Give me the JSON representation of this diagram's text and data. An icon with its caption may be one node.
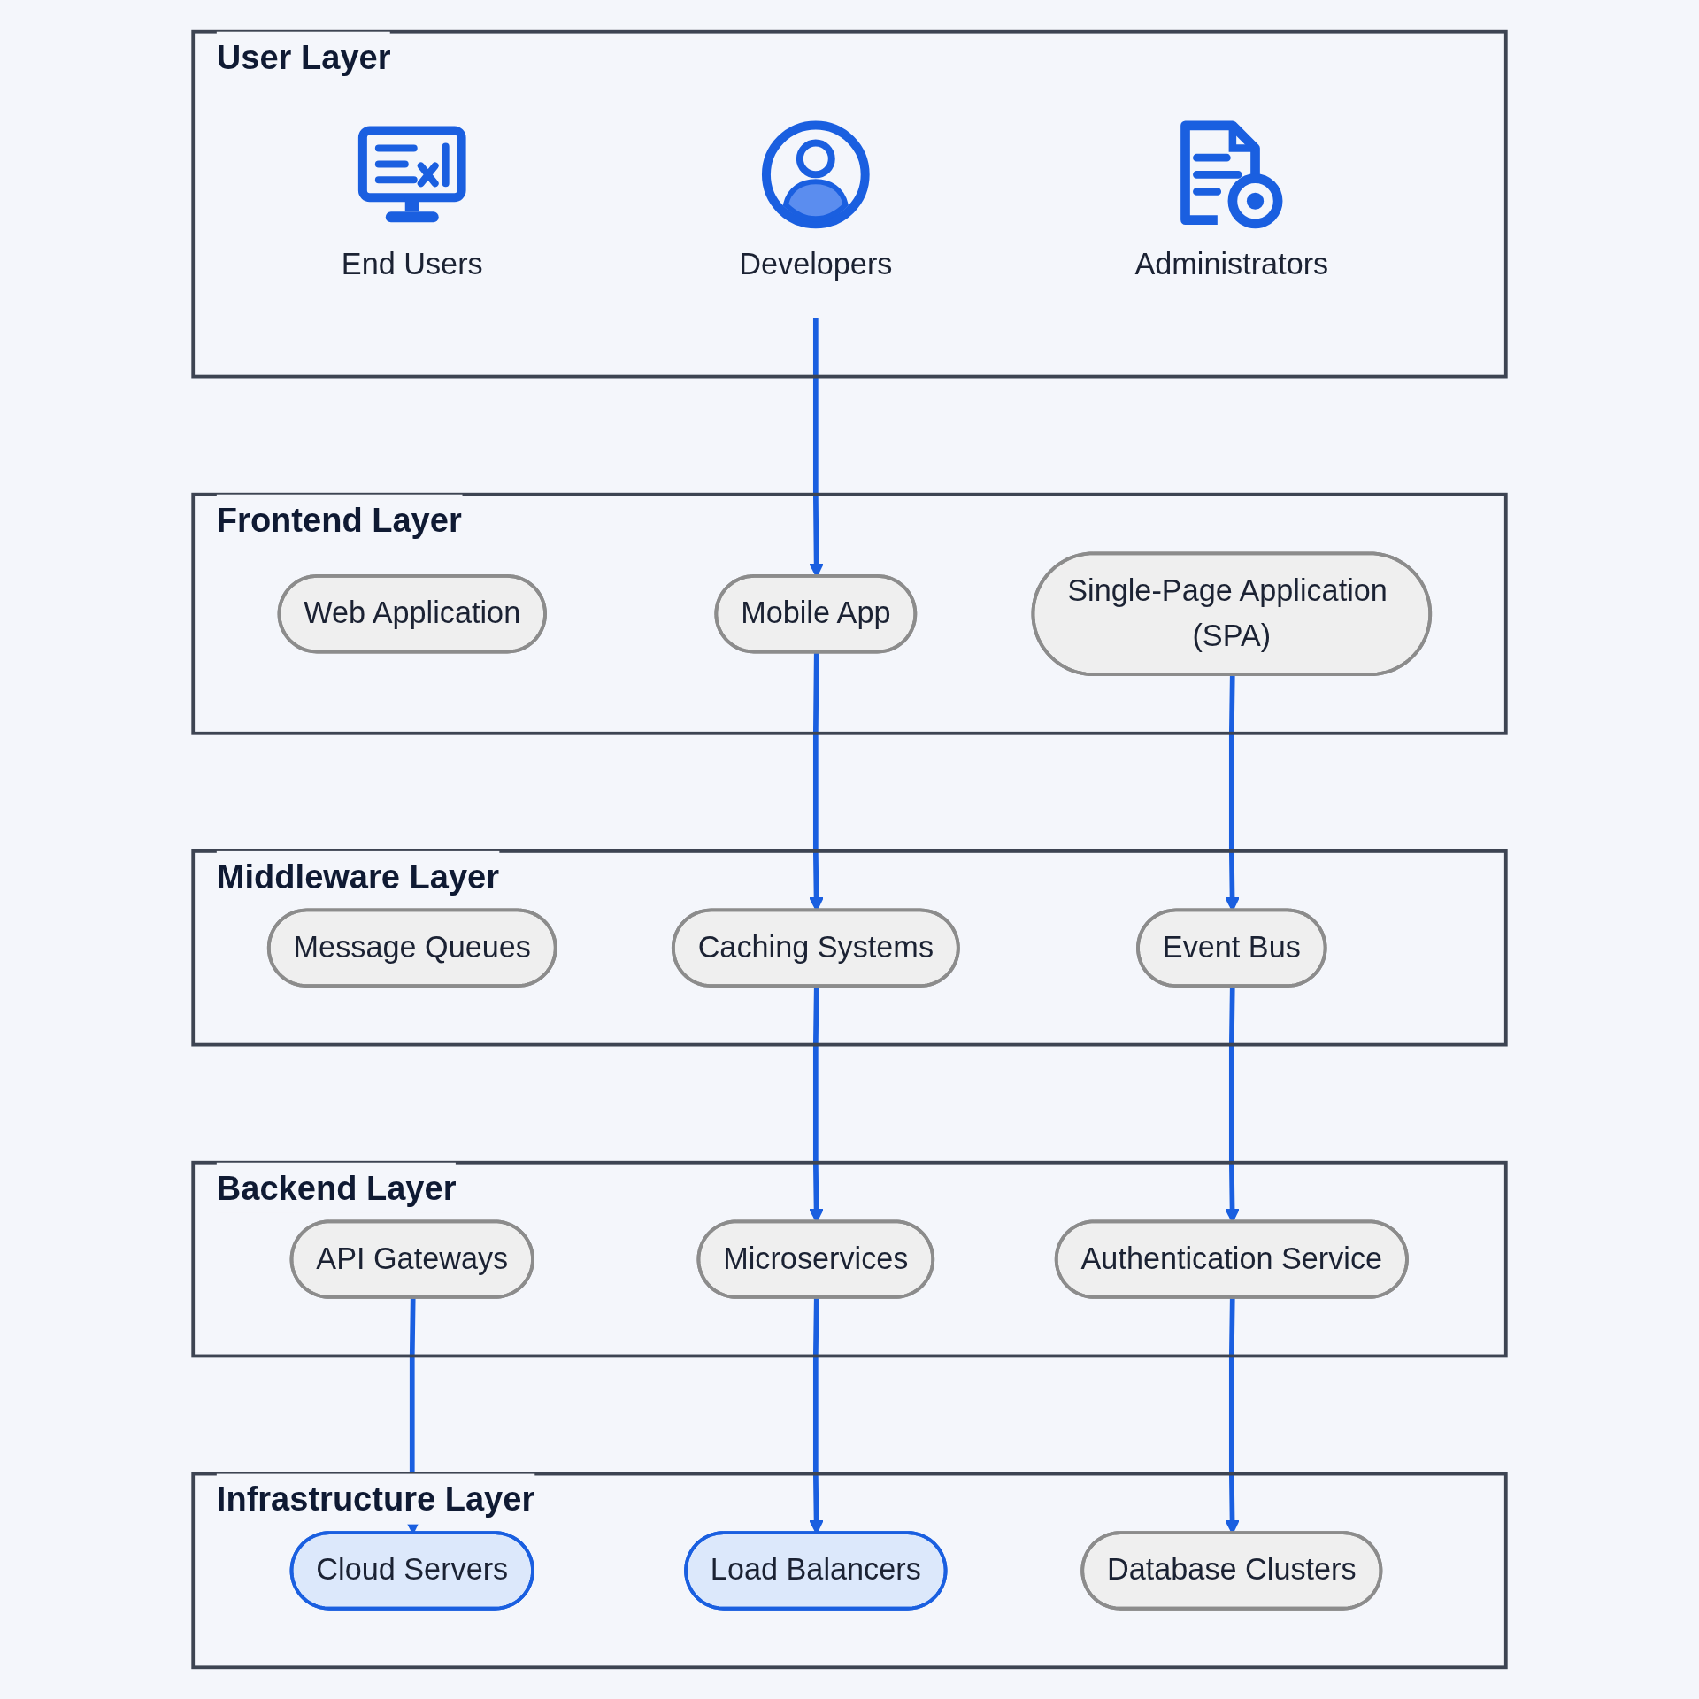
{
  "diagram": {
    "nodes": [
      {
        "text": [
          "User Layer"
        ]
      },
      {
        "text": [
          "End Users"
        ],
        "in": 0
      },
      {
        "text": [
          "Developers"
        ],
        "in": 0
      },
      {
        "text": [
          "Administrators"
        ],
        "in": 0
      },
      {
        "text": [
          "Frontend Layer"
        ]
      },
      {
        "text": [
          "Web Application"
        ],
        "in": 4
      },
      {
        "text": [
          "Mobile App"
        ],
        "in": 4
      },
      {
        "text": [
          "Single-Page Application (SPA)"
        ],
        "in": 4
      },
      {
        "text": [
          "Middleware Layer"
        ]
      },
      {
        "text": [
          "Message Queues"
        ],
        "in": 8
      },
      {
        "text": [
          "Caching Systems"
        ],
        "in": 8
      },
      {
        "text": [
          "Event Bus"
        ],
        "in": 8
      },
      {
        "text": [
          "Backend Layer"
        ]
      },
      {
        "text": [
          "API Gateways"
        ],
        "in": 12
      },
      {
        "text": [
          "Microservices"
        ],
        "in": 12
      },
      {
        "text": [
          "Authentication Service"
        ],
        "in": 12
      },
      {
        "text": [
          "Infrastructure Layer"
        ]
      },
      {
        "text": [
          "Cloud Servers"
        ],
        "in": 16
      },
      {
        "text": [
          "Load Balancers"
        ],
        "in": 16
      },
      {
        "text": [
          "Database Clusters"
        ],
        "in": 16
      }
    ],
    "edges": [
      {
        "from": 2,
        "to": 6,
        "arrow": "to"
      },
      {
        "from": 6,
        "to": 10,
        "arrow": "to"
      },
      {
        "from": 7,
        "to": 11,
        "arrow": "to"
      },
      {
        "from": 10,
        "to": 14,
        "arrow": "to"
      },
      {
        "from": 11,
        "to": 15,
        "arrow": "to"
      },
      {
        "from": 13,
        "to": 17,
        "arrow": "to"
      },
      {
        "from": 14,
        "to": 18,
        "arrow": "to"
      },
      {
        "from": 15,
        "to": 19,
        "arrow": "to"
      }
    ]
  }
}
